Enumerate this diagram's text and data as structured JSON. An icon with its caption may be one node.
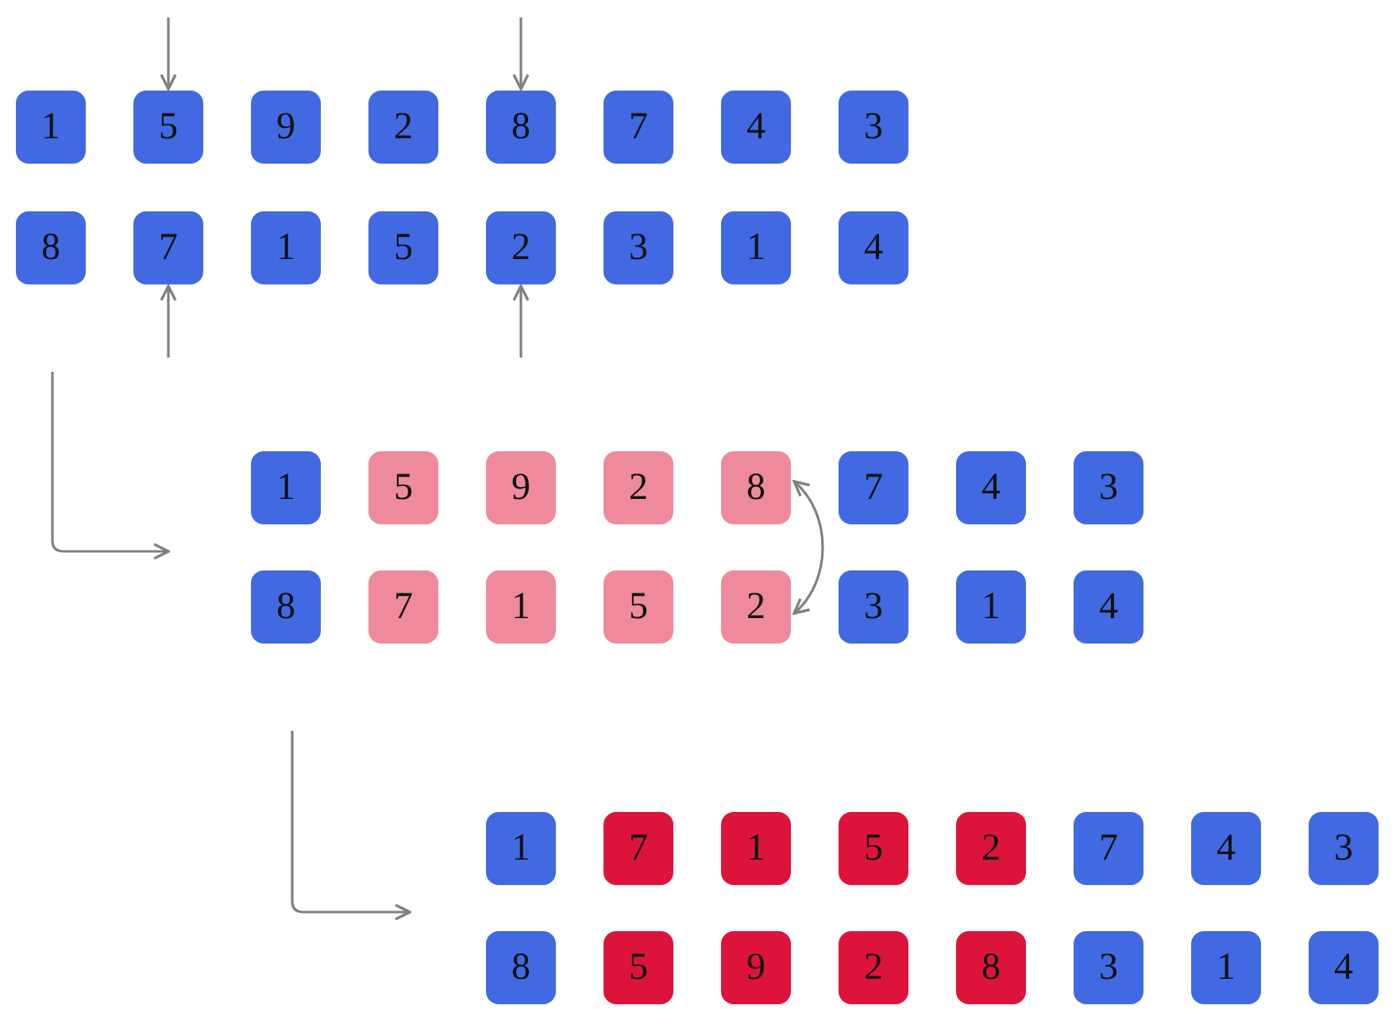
{
  "diagram": {
    "nodes": [
      {
        "text": [
          "1"
        ]
      },
      {
        "text": [
          "5"
        ]
      },
      {
        "text": [
          "9"
        ]
      },
      {
        "text": [
          "2"
        ]
      },
      {
        "text": [
          "8"
        ]
      },
      {
        "text": [
          "7"
        ]
      },
      {
        "text": [
          "4"
        ]
      },
      {
        "text": [
          "3"
        ]
      },
      {
        "text": [
          "8"
        ]
      },
      {
        "text": [
          "7"
        ]
      },
      {
        "text": [
          "1"
        ]
      },
      {
        "text": [
          "5"
        ]
      },
      {
        "text": [
          "2"
        ]
      },
      {
        "text": [
          "3"
        ]
      },
      {
        "text": [
          "1"
        ]
      },
      {
        "text": [
          "4"
        ]
      },
      {
        "text": [
          "1"
        ]
      },
      {
        "text": [
          "5"
        ]
      },
      {
        "text": [
          "9"
        ]
      },
      {
        "text": [
          "2"
        ]
      },
      {
        "text": [
          "8"
        ]
      },
      {
        "text": [
          "7"
        ]
      },
      {
        "text": [
          "4"
        ]
      },
      {
        "text": [
          "3"
        ]
      },
      {
        "text": [
          "8"
        ]
      },
      {
        "text": [
          "7"
        ]
      },
      {
        "text": [
          "1"
        ]
      },
      {
        "text": [
          "5"
        ]
      },
      {
        "text": [
          "2"
        ]
      },
      {
        "text": [
          "3"
        ]
      },
      {
        "text": [
          "1"
        ]
      },
      {
        "text": [
          "4"
        ]
      },
      {
        "text": [
          "1"
        ]
      },
      {
        "text": [
          "7"
        ]
      },
      {
        "text": [
          "1"
        ]
      },
      {
        "text": [
          "5"
        ]
      },
      {
        "text": [
          "2"
        ]
      },
      {
        "text": [
          "7"
        ]
      },
      {
        "text": [
          "4"
        ]
      },
      {
        "text": [
          "3"
        ]
      },
      {
        "text": [
          "8"
        ]
      },
      {
        "text": [
          "5"
        ]
      },
      {
        "text": [
          "9"
        ]
      },
      {
        "text": [
          "2"
        ]
      },
      {
        "text": [
          "8"
        ]
      },
      {
        "text": [
          "3"
        ]
      },
      {
        "text": [
          "1"
        ]
      },
      {
        "text": [
          "4"
        ]
      }
    ],
    "edges": [
      {
        "from": null,
        "to": 1,
        "arrow": "to"
      },
      {
        "from": null,
        "to": 4,
        "arrow": "to"
      },
      {
        "from": null,
        "to": 9,
        "arrow": "to"
      },
      {
        "from": null,
        "to": 12,
        "arrow": "to"
      },
      {
        "from": 20,
        "to": 28,
        "arrow": "both"
      }
    ]
  }
}
